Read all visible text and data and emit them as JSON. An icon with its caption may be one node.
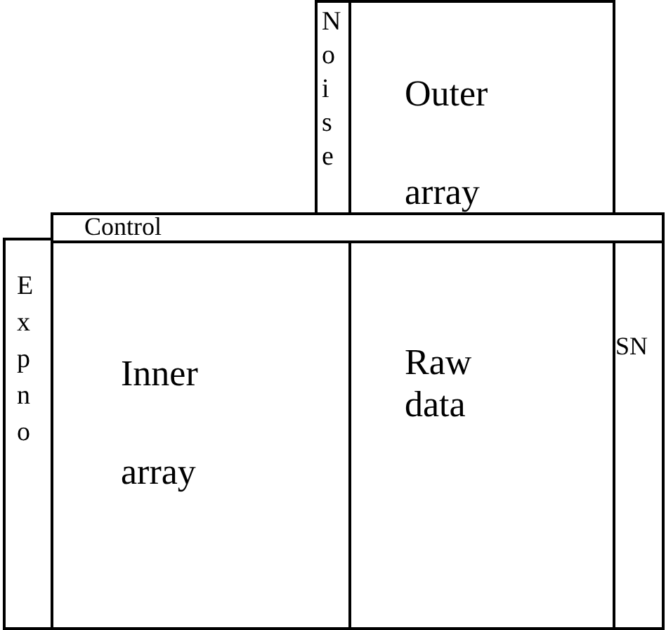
{
  "diagram": {
    "nodes": [
      {
        "text": [
          "Noise"
        ]
      },
      {
        "text": [
          "Outer array"
        ]
      },
      {
        "text": [
          "Control"
        ]
      },
      {
        "text": [
          "Exp no"
        ]
      },
      {
        "text": [
          "Inner array"
        ]
      },
      {
        "text": [
          "Raw data"
        ]
      },
      {
        "text": [
          "SN"
        ]
      }
    ]
  }
}
